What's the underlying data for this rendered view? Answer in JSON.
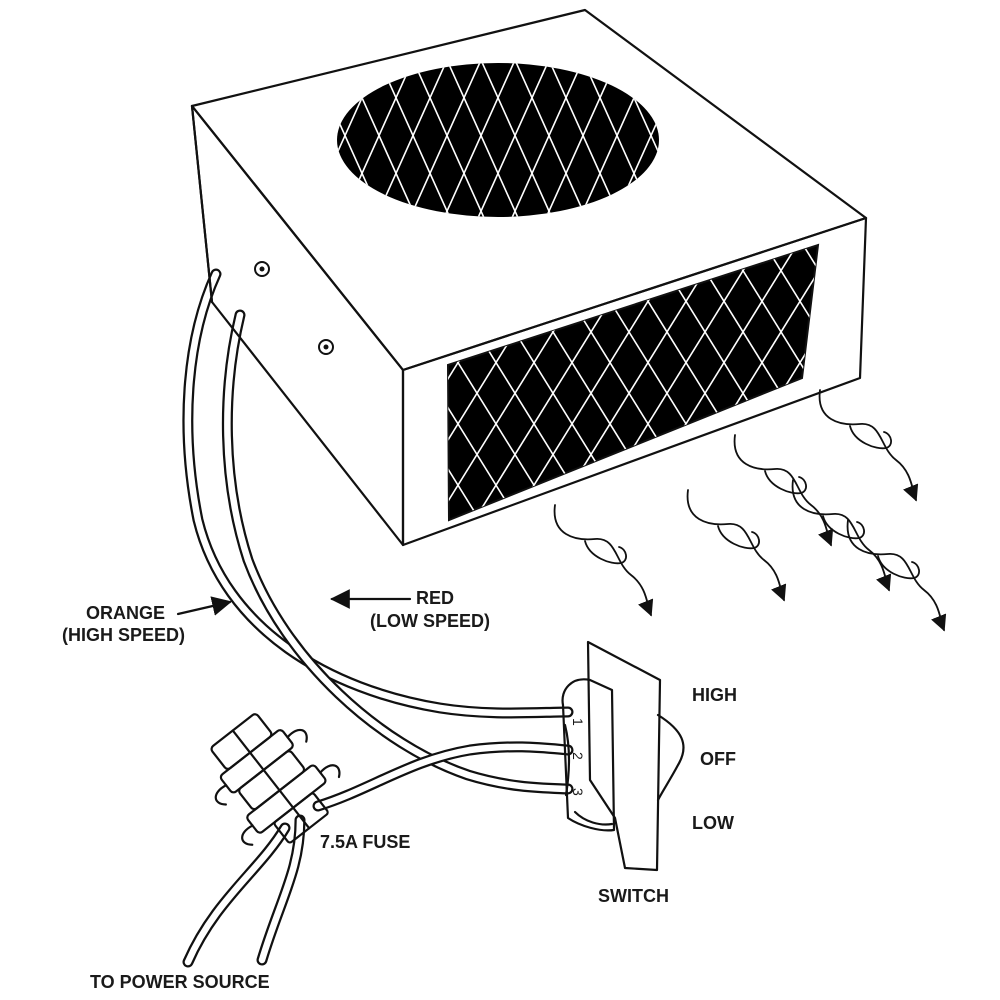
{
  "labels": {
    "orange_line1": "ORANGE",
    "orange_line2": "(HIGH SPEED)",
    "red_line1": "RED",
    "red_line2": "(LOW SPEED)",
    "high": "HIGH",
    "off": "OFF",
    "low": "LOW",
    "switch": "SWITCH",
    "fuse": "7.5A FUSE",
    "power": "TO POWER SOURCE"
  },
  "switch_terminals": [
    "1",
    "2",
    "3"
  ],
  "icons": {
    "heater": "heater-box-icon",
    "fan_grille": "fan-grille-icon",
    "front_grille": "front-grille-icon",
    "switch": "rocker-switch-icon",
    "fuse": "inline-fuse-holder-icon",
    "airflow": "airflow-arrow-icon"
  }
}
